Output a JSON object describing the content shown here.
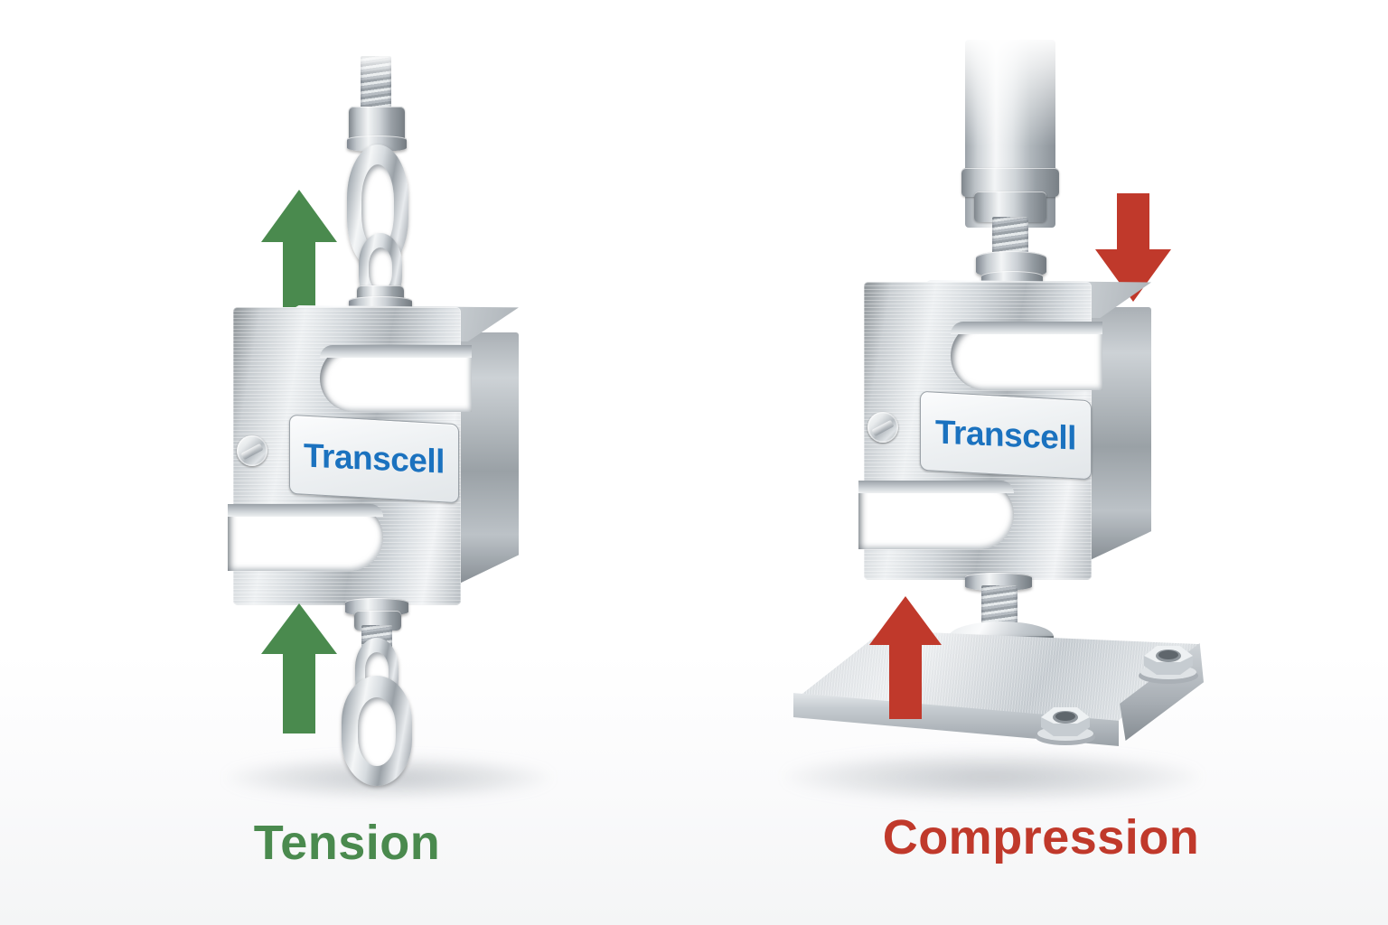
{
  "figure": {
    "background_color": "#ffffff",
    "type": "product-comparison-illustration",
    "subject": "S-beam load cell mounting configurations"
  },
  "colors": {
    "tension_green": "#4A8A4E",
    "compression_red": "#C0392B",
    "brand_blue": "#1B72BF",
    "steel_light": "#f1f3f5",
    "steel_mid": "#b9bfc4",
    "steel_dark": "#868d93"
  },
  "panels": [
    {
      "id": "tension",
      "caption": "Tension",
      "caption_color": "#4A8A4E",
      "brand": "Transcell",
      "brand_color": "#1B72BF",
      "arrows": [
        {
          "name": "force-arrow-up-top",
          "direction": "up",
          "color": "#4A8A4E"
        },
        {
          "name": "force-arrow-up-bottom",
          "direction": "up",
          "color": "#4A8A4E"
        }
      ],
      "hardware": [
        "threaded-rod",
        "collar-nut",
        "upper-shackle-link",
        "lower-shackle-link",
        "mounting-collar",
        "side-screw"
      ]
    },
    {
      "id": "compression",
      "caption": "Compression",
      "caption_color": "#C0392B",
      "brand": "Transcell",
      "brand_color": "#1B72BF",
      "arrows": [
        {
          "name": "force-arrow-down-top",
          "direction": "down",
          "color": "#C0392B"
        },
        {
          "name": "force-arrow-up-bottom",
          "direction": "up",
          "color": "#C0392B"
        }
      ],
      "hardware": [
        "loading-ram",
        "ram-collar",
        "threaded-stud",
        "washer-stack",
        "load-foot",
        "base-plate",
        "hex-nut",
        "side-screw"
      ]
    }
  ]
}
